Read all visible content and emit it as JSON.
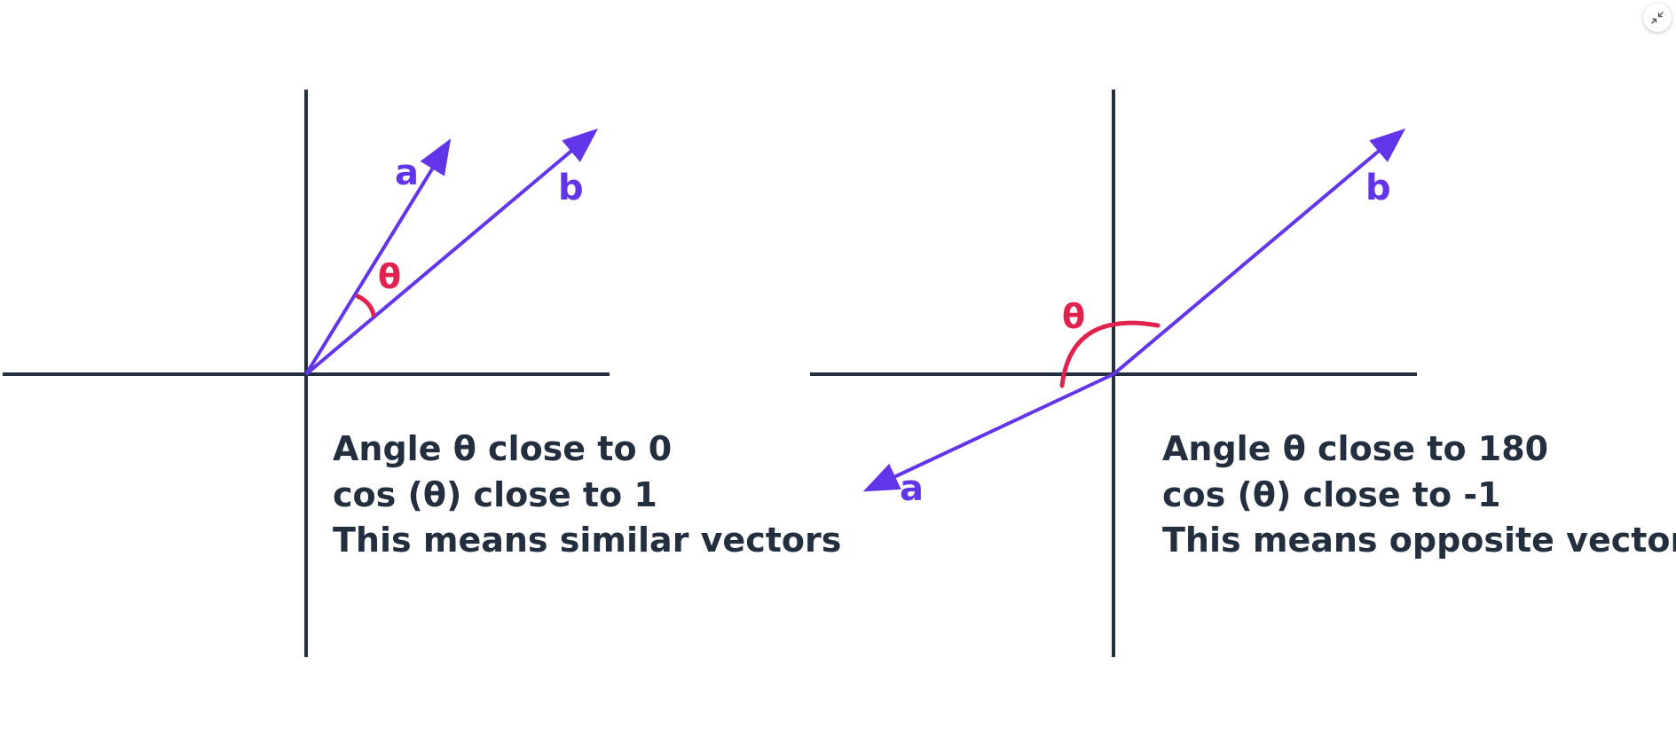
{
  "window": {
    "collapse_icon": "collapse-arrows-icon"
  },
  "colors": {
    "vector": "#6236e8",
    "angle": "#e0234e",
    "axis": "#232f3e",
    "text": "#232f3e",
    "background": "#ffffff"
  },
  "left_panel": {
    "vector_a_label": "a",
    "vector_b_label": "b",
    "angle_label": "θ",
    "caption": [
      "Angle θ close to 0",
      "cos (θ) close to 1",
      "This means similar vectors"
    ]
  },
  "right_panel": {
    "vector_a_label": "a",
    "vector_b_label": "b",
    "angle_label": "θ",
    "caption": [
      "Angle θ close to 180",
      "cos (θ) close to -1",
      "This means opposite vectors"
    ]
  }
}
